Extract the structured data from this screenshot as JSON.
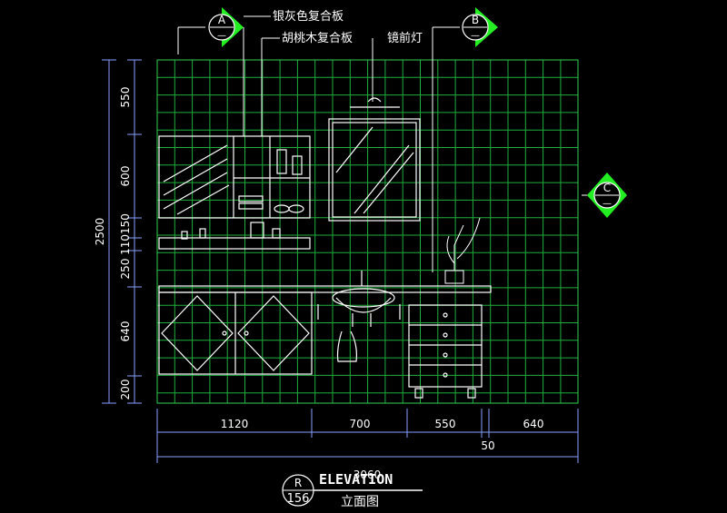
{
  "labels": {
    "silver_panel": "银灰色复合板",
    "walnut_panel": "胡桃木复合板",
    "mirror_light": "镜前灯"
  },
  "markers": {
    "a": {
      "letter": "A",
      "sub": "—"
    },
    "b": {
      "letter": "B",
      "sub": "—"
    },
    "c": {
      "letter": "C",
      "sub": "—"
    }
  },
  "dims_vertical": {
    "d550": "550",
    "d600": "600",
    "d2500": "2500",
    "d110150": "110150",
    "d250": "250",
    "d640": "640",
    "d200": "200"
  },
  "dims_horizontal": {
    "d1120": "1120",
    "d700": "700",
    "d550": "550",
    "d640": "640",
    "d50": "50",
    "d3060": "3060"
  },
  "title_block": {
    "letter": "R",
    "number": "156",
    "title_en": "ELEVATION",
    "title_cn": "立面图"
  },
  "colors": {
    "background": "#000000",
    "grid": "#1fae3c",
    "furniture": "#ffffff",
    "dim_line": "#8aa0ff",
    "marker_fill": "#22ee22"
  }
}
